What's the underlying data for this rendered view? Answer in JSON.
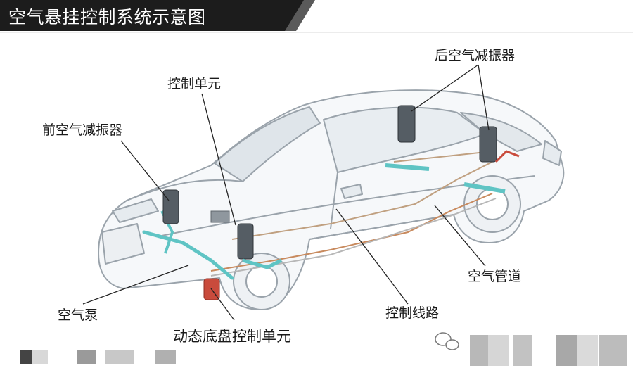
{
  "title": "空气悬挂控制系统示意图",
  "labels": {
    "control_unit": "控制单元",
    "front_shock": "前空气减振器",
    "rear_shock": "后空气减振器",
    "air_pipe": "空气管道",
    "air_pump": "空气泵",
    "control_wiring": "控制线路",
    "dynamic_chassis_unit": "动态底盘控制单元"
  },
  "colors": {
    "title_band": "#1c1c1c",
    "title_text": "#ffffff",
    "car_outline": "#9aa3ab",
    "car_glass": "#dfe5ea",
    "component_teal": "#5fc4c4",
    "leader_line": "#222222",
    "air_line": "#c88a5e"
  }
}
